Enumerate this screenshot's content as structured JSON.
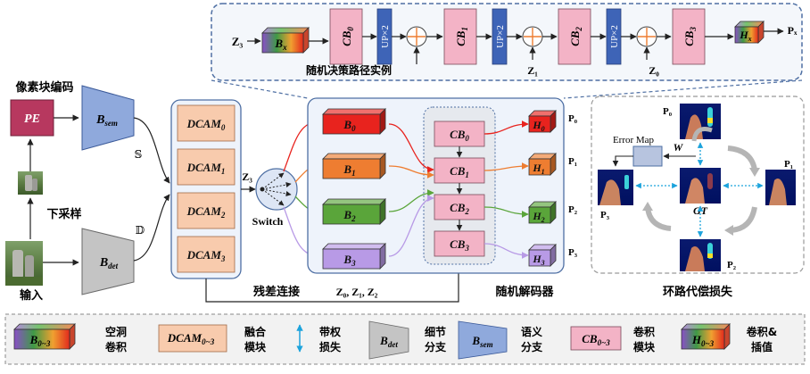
{
  "top_chain": {
    "input_label": "Z₃",
    "bx_main": "B",
    "bx_sub": "x",
    "cb0_main": "CB",
    "cb0_sub": "0",
    "up1": "UP×2",
    "cb1_main": "CB",
    "cb1_sub": "1",
    "up2": "UP×2",
    "cb2_main": "CB",
    "cb2_sub": "2",
    "up3": "UP×2",
    "cb3_main": "CB",
    "cb3_sub": "3",
    "hx_main": "H",
    "hx_sub": "x",
    "output_label": "Pₓ",
    "z1_label": "Z₁",
    "z0_label": "Z₀",
    "caption": "随机决策路径实例"
  },
  "left": {
    "pixel_encode_title": "像素块编码",
    "pe_label": "PE",
    "bsem_main": "B",
    "bsem_sub": "sem",
    "bdet_main": "B",
    "bdet_sub": "det",
    "s_symbol": "𝕊",
    "d_symbol": "𝔻",
    "downsample_label": "下采样",
    "input_label": "输入"
  },
  "dcam": {
    "items": [
      {
        "main": "DCAM",
        "sub": "0"
      },
      {
        "main": "DCAM",
        "sub": "1"
      },
      {
        "main": "DCAM",
        "sub": "2"
      },
      {
        "main": "DCAM",
        "sub": "3"
      }
    ],
    "residual_label": "残差连接"
  },
  "switch": {
    "z3_label": "Z₃",
    "switch_label": "Switch"
  },
  "decoder": {
    "branches": [
      {
        "main": "B",
        "sub": "0",
        "color": "#e8231e"
      },
      {
        "main": "B",
        "sub": "1",
        "color": "#ee7d31"
      },
      {
        "main": "B",
        "sub": "2",
        "color": "#5aa53a"
      },
      {
        "main": "B",
        "sub": "3",
        "color": "#b89ae6"
      }
    ],
    "cbs": [
      {
        "main": "CB",
        "sub": "0"
      },
      {
        "main": "CB",
        "sub": "1"
      },
      {
        "main": "CB",
        "sub": "2"
      },
      {
        "main": "CB",
        "sub": "3"
      }
    ],
    "heads": [
      {
        "main": "H",
        "sub": "0",
        "color": "#e8231e"
      },
      {
        "main": "H",
        "sub": "1",
        "color": "#ee7d31"
      },
      {
        "main": "H",
        "sub": "2",
        "color": "#5aa53a"
      },
      {
        "main": "H",
        "sub": "3",
        "color": "#b89ae6"
      }
    ],
    "outputs": [
      "P₀",
      "P₁",
      "P₂",
      "P₃"
    ],
    "z_inputs": "Z₀, Z₁, Z₂",
    "title": "随机解码器"
  },
  "loss": {
    "p0": "P₀",
    "p1": "P₁",
    "p2": "P₂",
    "p3": "P₃",
    "error_map": "Error Map",
    "w_label": "W",
    "gt_label": "GT",
    "title": "环路代偿损失"
  },
  "legend": {
    "dilated_main": "B",
    "dilated_sub": "0~3",
    "dilated_text1": "空洞",
    "dilated_text2": "卷积",
    "dcam_main": "DCAM",
    "dcam_sub": "0~3",
    "dcam_text1": "融合",
    "dcam_text2": "模块",
    "weighted_text1": "带权",
    "weighted_text2": "损失",
    "bdet_main": "B",
    "bdet_sub": "det",
    "bdet_text1": "细节",
    "bdet_text2": "分支",
    "bsem_main": "B",
    "bsem_sub": "sem",
    "bsem_text1": "语义",
    "bsem_text2": "分支",
    "cb_main": "CB",
    "cb_sub": "0~3",
    "cb_text1": "卷积",
    "cb_text2": "模块",
    "h_main": "H",
    "h_sub": "0~3",
    "h_text1": "卷积&",
    "h_text2": "插值"
  }
}
